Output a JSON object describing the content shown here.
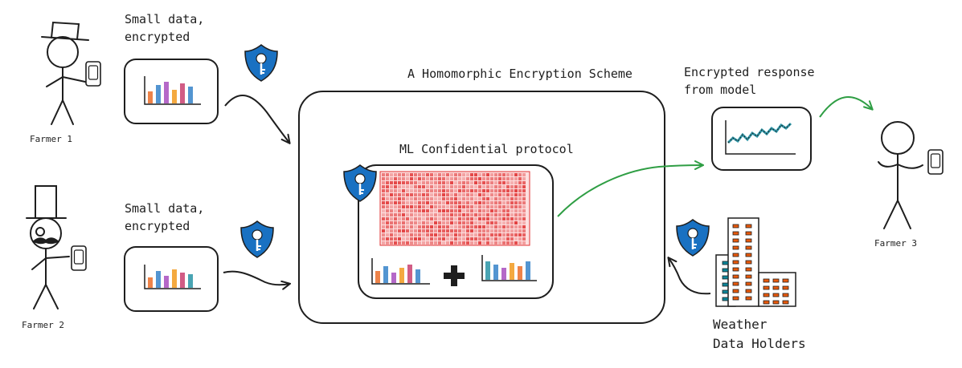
{
  "labels": {
    "farmer1": "Farmer 1",
    "farmer2": "Farmer 2",
    "farmer3": "Farmer 3",
    "data1_line1": "Small data,",
    "data1_line2": "encrypted",
    "data2_line1": "Small data,",
    "data2_line2": "encrypted",
    "scheme_title": "A Homomorphic Encryption Scheme",
    "protocol_title": "ML Confidential protocol",
    "response_line1": "Encrypted response",
    "response_line2": "from model",
    "weather_line1": "Weather",
    "weather_line2": "Data Holders"
  },
  "colors": {
    "ink": "#1e1e1e",
    "arrow_green": "#2f9e44",
    "shield_blue": "#1971c2",
    "matrix_red": "#e03131",
    "bar_palette": [
      "#e8590c",
      "#1971c2",
      "#9c36b5",
      "#f08c00",
      "#2f9e44",
      "#c2255c",
      "#0c8599"
    ]
  },
  "icons": {
    "shield": "key-shield-icon",
    "phone": "phone-icon",
    "building": "building-icon",
    "plus": "plus-icon"
  }
}
